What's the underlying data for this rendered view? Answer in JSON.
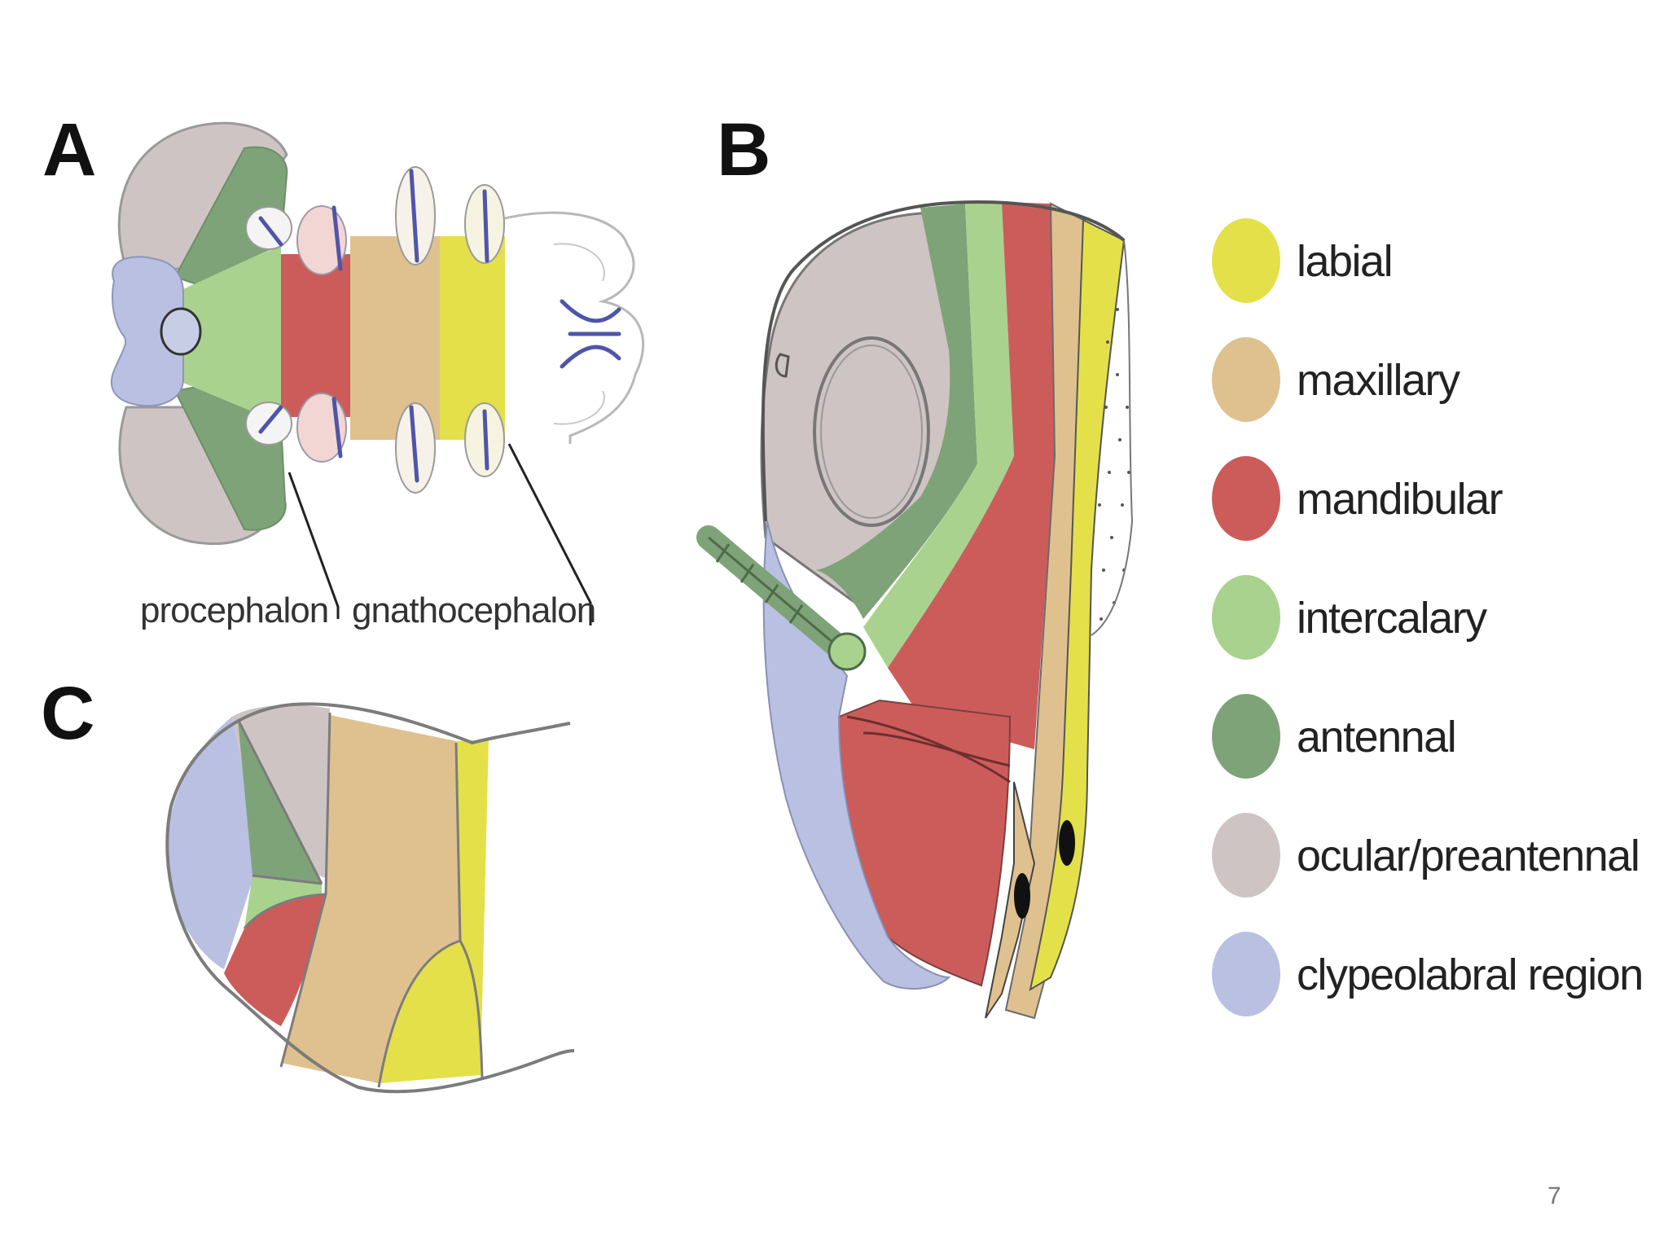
{
  "panels": {
    "a_letter": "A",
    "b_letter": "B",
    "c_letter": "C"
  },
  "panel_a_labels": {
    "procephalon": "procephalon",
    "gnathocephalon": "gnathocephalon"
  },
  "legend": [
    {
      "label": "labial",
      "color": "#e3e04a"
    },
    {
      "label": "maxillary",
      "color": "#dfc18f"
    },
    {
      "label": "mandibular",
      "color": "#cc5c5a"
    },
    {
      "label": "intercalary",
      "color": "#a9d28e"
    },
    {
      "label": "antennal",
      "color": "#7ea378"
    },
    {
      "label": "ocular/preantennal",
      "color": "#cfc4c4"
    },
    {
      "label": "clypeolabral region",
      "color": "#b9c0e2"
    }
  ],
  "page_number": "7"
}
